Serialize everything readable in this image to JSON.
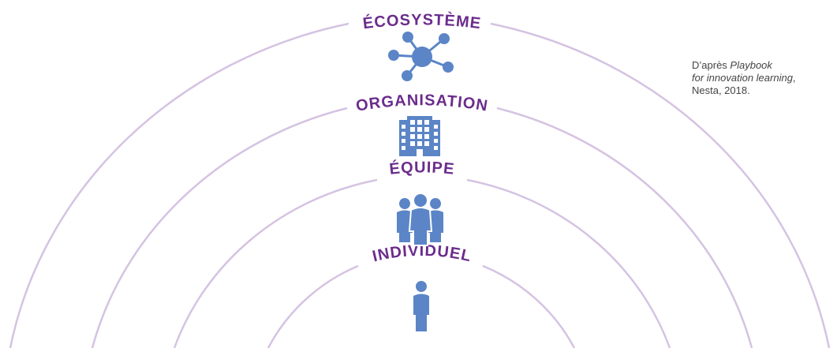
{
  "diagram": {
    "levels": [
      {
        "label": "ÉCOSYSTÈME",
        "icon": "network-icon"
      },
      {
        "label": "ORGANISATION",
        "icon": "building-icon"
      },
      {
        "label": "ÉQUIPE",
        "icon": "team-icon"
      },
      {
        "label": "INDIVIDUEL",
        "icon": "person-icon"
      }
    ]
  },
  "source_note": {
    "prefix": "D’après ",
    "title_line1": "Playbook",
    "title_line2": "for innovation learning",
    "suffix": ",",
    "line3": "Nesta, 2018."
  },
  "colors": {
    "arc": "#D5C3E2",
    "label": "#6B2C8C",
    "icon": "#5B85C6"
  }
}
